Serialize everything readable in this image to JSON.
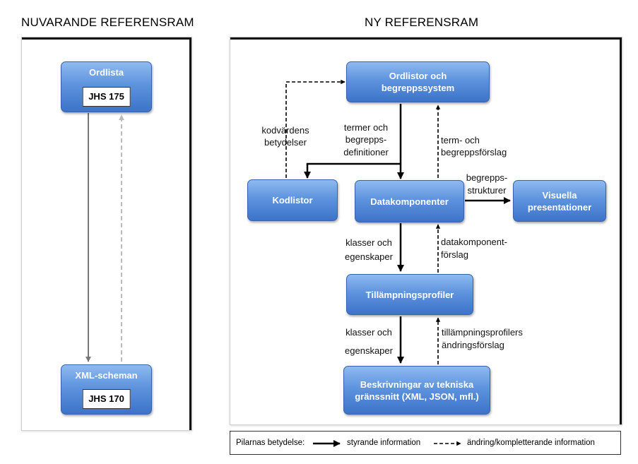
{
  "titles": {
    "current": "NUVARANDE REFERENSRAM",
    "new": "NY REFERENSRAM"
  },
  "current_frame": {
    "ordlista": {
      "label": "Ordlista",
      "tag": "JHS 175"
    },
    "xml": {
      "label": "XML-scheman",
      "tag": "JHS 170"
    }
  },
  "new_frame": {
    "nodes": {
      "ordlistor": "Ordlistor och begreppssystem",
      "kodlistor": "Kodlistor",
      "datakomponenter": "Datakomponenter",
      "visuella": "Visuella presentationer",
      "tillampning": "Tillämpningsprofiler",
      "beskrivningar": "Beskrivningar av tekniska gränssnitt (XML, JSON, mfl.)"
    },
    "edge_labels": {
      "kodvardens_1": "kodvärdens",
      "kodvardens_2": "betydelser",
      "termer_1": "termer och",
      "termer_2": "begrepps-",
      "termer_3": "definitioner",
      "termforslag_1": "term- och",
      "termforslag_2": "begreppsförslag",
      "strukturer_1": "begrepps-",
      "strukturer_2": "strukturer",
      "klasser1_1": "klasser och",
      "klasser1_2": "egenskaper",
      "dkforslag_1": "datakomponent-",
      "dkforslag_2": "förslag",
      "klasser2_1": "klasser och",
      "klasser2_2": "egenskaper",
      "tpforslag_1": "tillämpningsprofilers",
      "tpforslag_2": "ändringsförslag"
    }
  },
  "legend": {
    "prefix": "Pilarnas betydelse:",
    "solid": "styrande information",
    "dashed": "ändring/kompletterande information"
  }
}
